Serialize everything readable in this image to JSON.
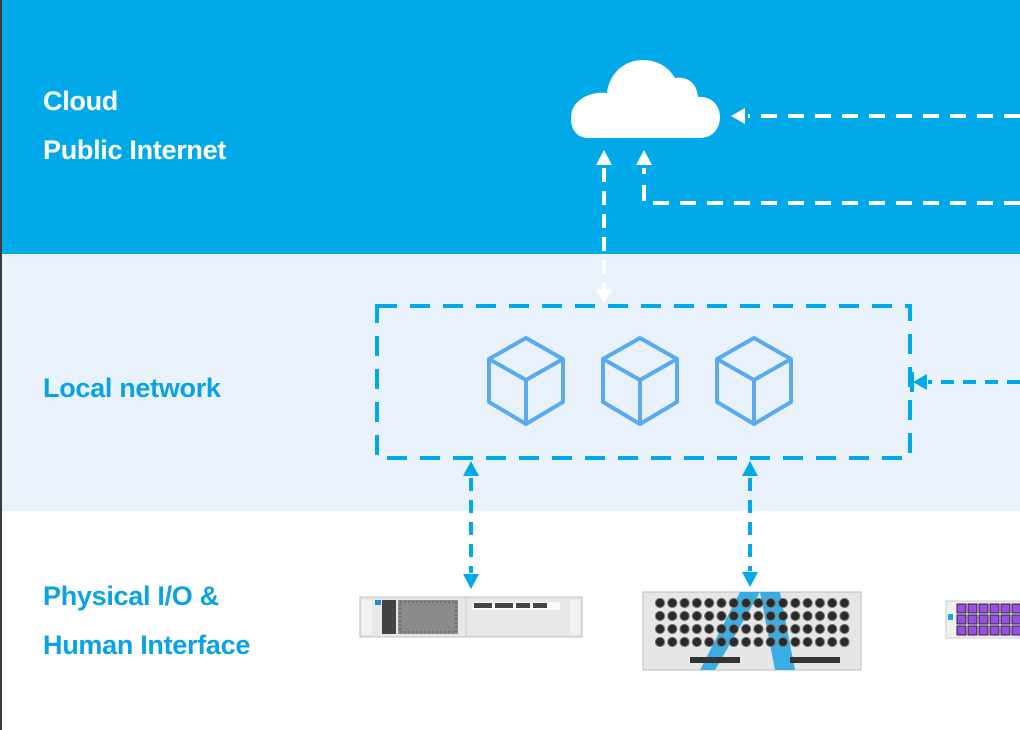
{
  "layers": {
    "cloud": {
      "lines": [
        "Cloud",
        "Public Internet"
      ],
      "color": "#02a9e8",
      "text_color": "#ffffff"
    },
    "local": {
      "lines": [
        "Local network"
      ],
      "color": "#e9f2fa",
      "text_color": "#09a3e3"
    },
    "physical": {
      "lines": [
        "Physical I/O &",
        "Human Interface"
      ],
      "color": "#ffffff",
      "text_color": "#09a3e3"
    }
  },
  "icons": {
    "cloud": "cloud-icon",
    "node": "cube-icon",
    "node_count": 3
  },
  "devices": [
    {
      "name": "rack-network-switch",
      "kind": "1U rack interface"
    },
    {
      "name": "rack-io-box",
      "kind": "4U audio I/O rack with XLR connectors"
    },
    {
      "name": "button-panel",
      "kind": "purple button control panel"
    }
  ],
  "colors": {
    "accent": "#02a9e8",
    "connector_dark": "#09a3e3",
    "cube": "#5aaaf0",
    "button_purple": "#9a4fe0"
  }
}
